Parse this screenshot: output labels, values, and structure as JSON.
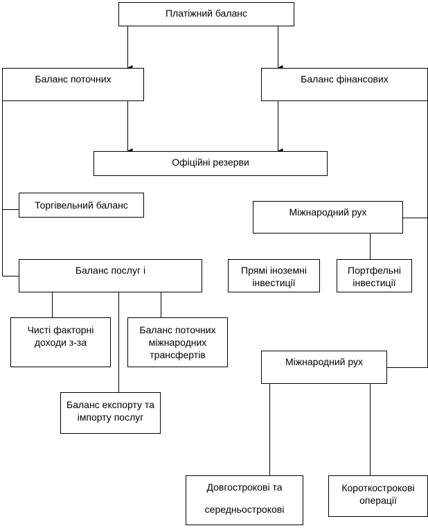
{
  "nodes": {
    "balance_of_payments": "Платіжний баланс",
    "current_account": "Баланс поточних",
    "financial_account": "Баланс фінансових",
    "official_reserves": "Офіційні резерви",
    "trade_balance": "Торгівельний баланс",
    "international_flow_1": "Міжнародний рух",
    "services_balance": "Баланс послуг і",
    "direct_investment": "Прямі іноземні інвестиції",
    "portfolio_investment": "Портфельні інвестиції",
    "net_factor_income": "Чисті факторні доходи з-за",
    "current_transfers": "Баланс поточних міжнародних трансфертів",
    "services_export_import": "Баланс експорту та імпорту послуг",
    "international_flow_2": "Міжнародний рух",
    "long_medium_term": "Довгострокові та середньострокові",
    "short_term": "Короткострокові операції"
  }
}
